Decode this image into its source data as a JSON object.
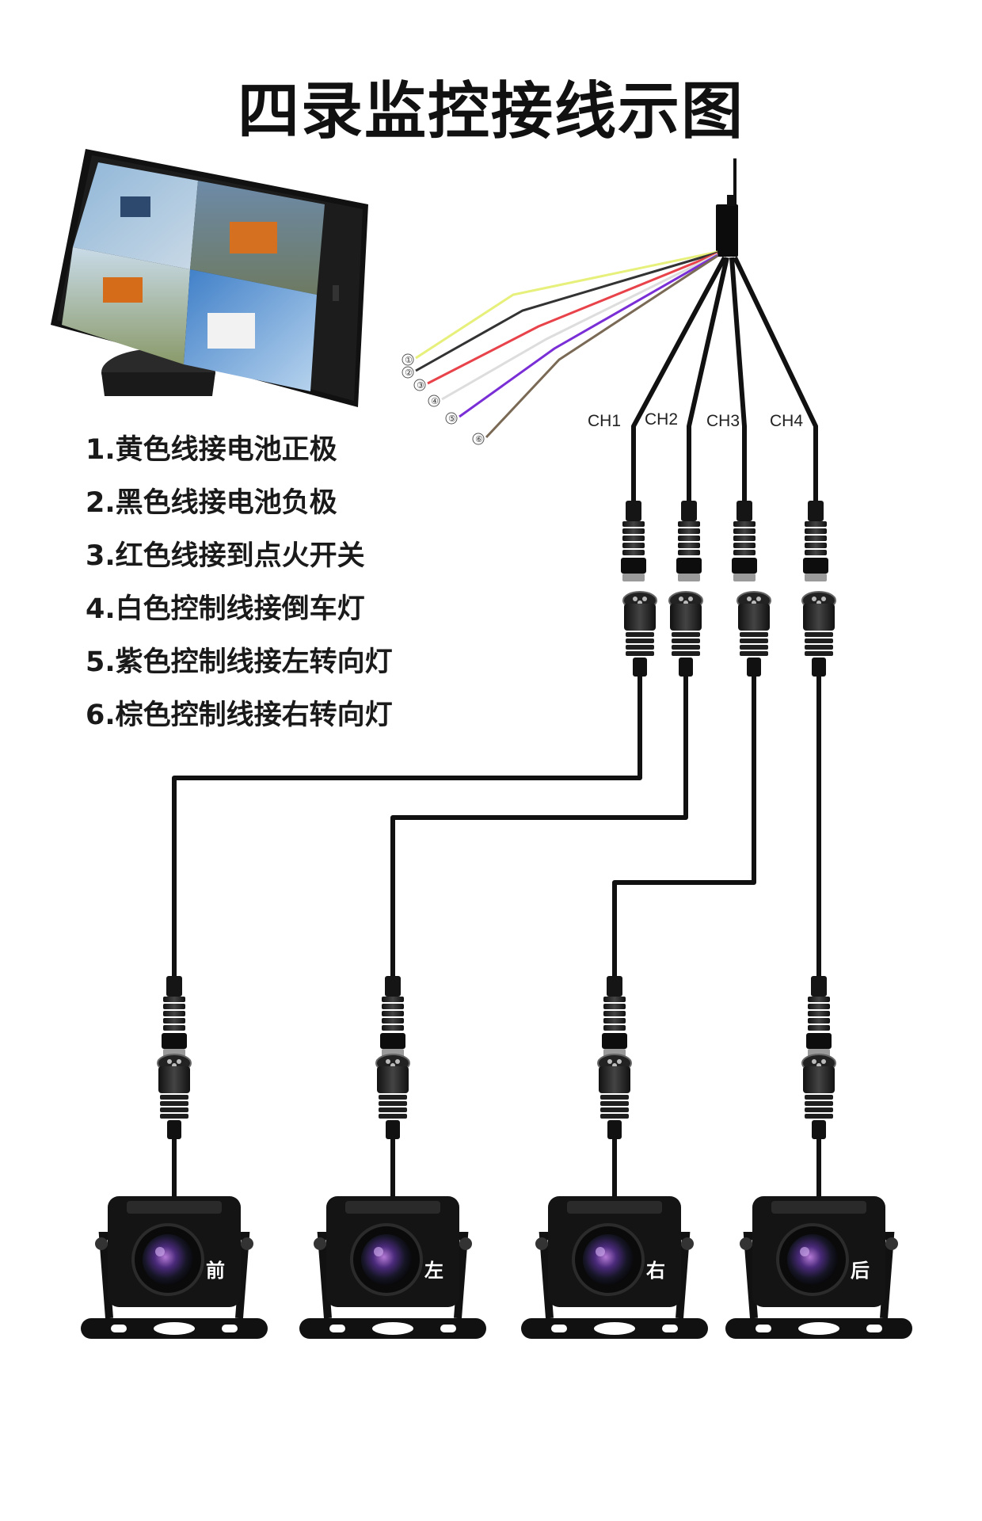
{
  "title": "四录监控接线示图",
  "legend": [
    "1.黄色线接电池正极",
    "2.黑色线接电池负极",
    "3.红色线接到点火开关",
    "4.白色控制线接倒车灯",
    "5.紫色控制线接左转向灯",
    "6.棕色控制线接右转向灯"
  ],
  "wire_numbers": [
    "①",
    "②",
    "③",
    "④",
    "⑤",
    "⑥"
  ],
  "wire_colors": [
    "#e6f07a",
    "#333333",
    "#e8434a",
    "#dddddd",
    "#7a2fd6",
    "#7a6a55"
  ],
  "channels": [
    "CH1",
    "CH2",
    "CH3",
    "CH4"
  ],
  "cameras": [
    "前",
    "左",
    "右",
    "后"
  ],
  "accent_color": "#111111"
}
